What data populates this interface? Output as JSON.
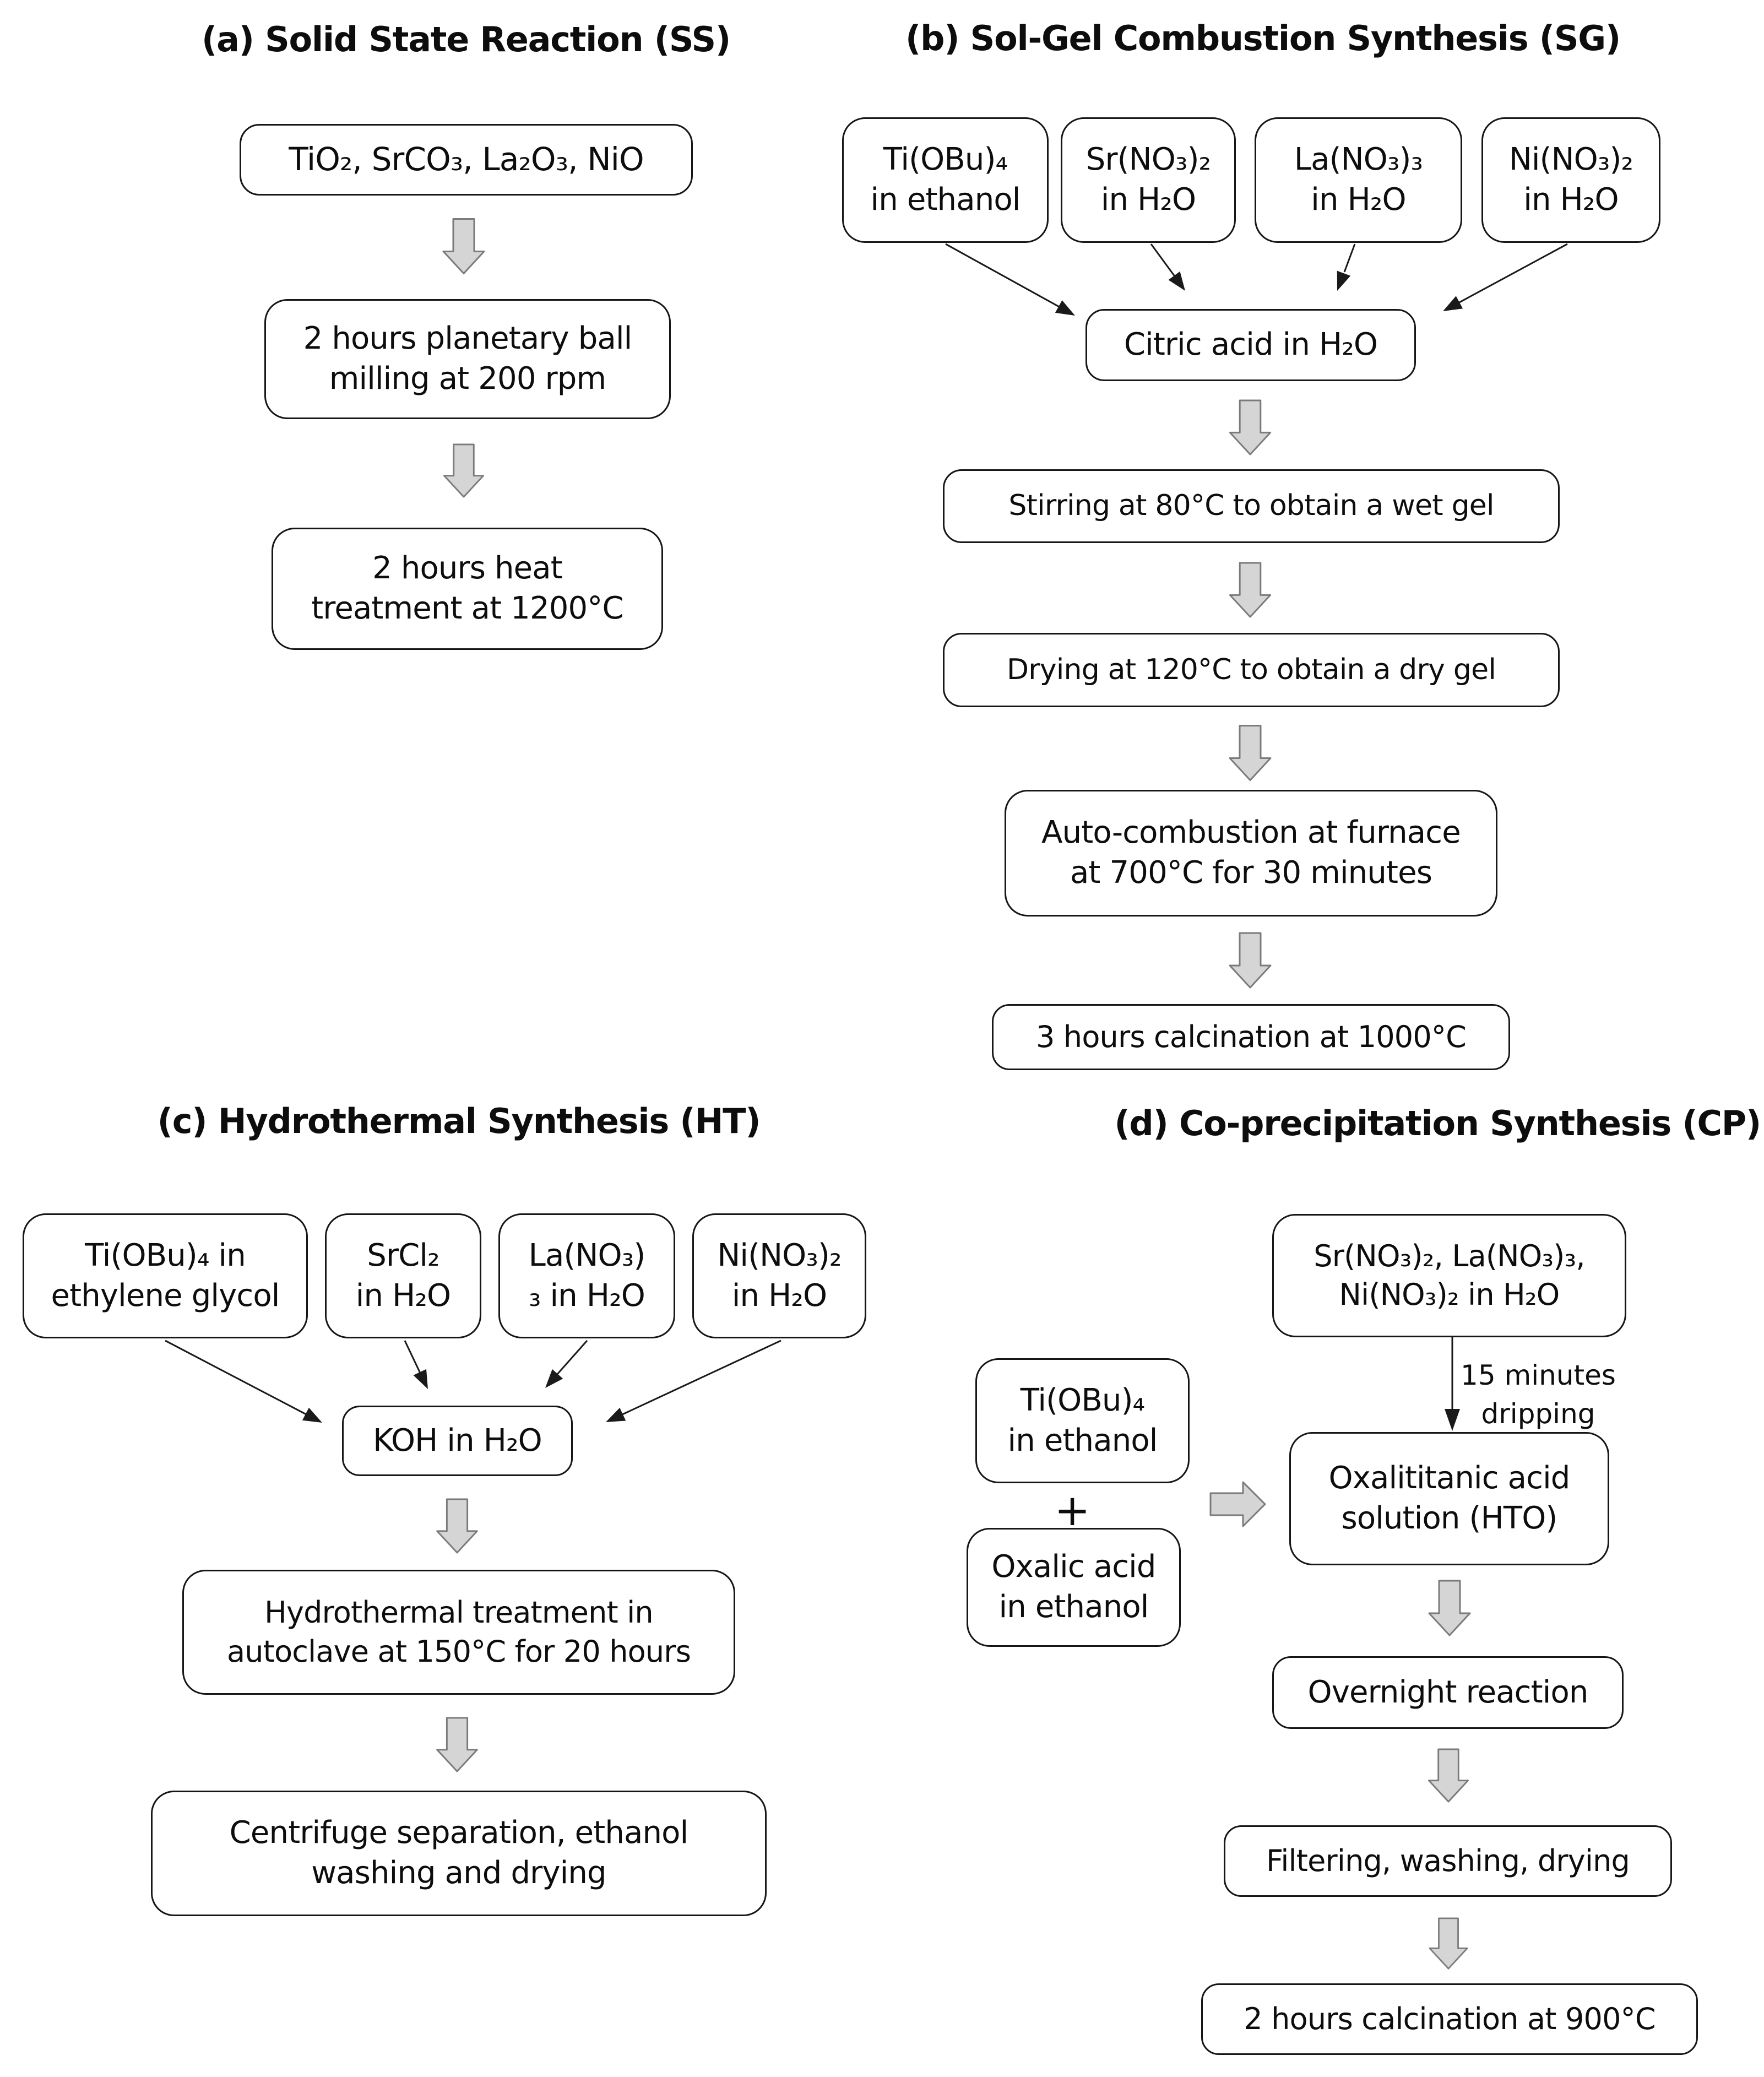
{
  "figure": {
    "description_colors": {
      "background": "#ffffff",
      "box_border": "#161616",
      "block_arrow_fill": "#d5d5d5",
      "block_arrow_stroke": "#7b7b7b",
      "connector_stroke": "#1a1a1a"
    }
  },
  "panels": {
    "a": {
      "title": "(a) Solid State Reaction (SS)",
      "boxes": {
        "reagents": "TiO₂, SrCO₃, La₂O₃, NiO",
        "milling": "2 hours planetary ball\nmilling at 200 rpm",
        "heat": "2 hours heat\ntreatment at 1200°C"
      }
    },
    "b": {
      "title": "(b) Sol-Gel Combustion Synthesis (SG)",
      "sources": [
        "Ti(OBu)₄\nin ethanol",
        "Sr(NO₃)₂\nin H₂O",
        "La(NO₃)₃\nin H₂O",
        "Ni(NO₃)₂\nin H₂O"
      ],
      "boxes": {
        "citric": "Citric acid in H₂O",
        "stirring": "Stirring at 80°C to obtain a wet gel",
        "drying": "Drying at 120°C to obtain a dry gel",
        "combustion": "Auto-combustion at furnace\nat 700°C for 30 minutes",
        "calcination": "3 hours calcination at 1000°C"
      }
    },
    "c": {
      "title": "(c) Hydrothermal Synthesis (HT)",
      "sources": [
        "Ti(OBu)₄ in\nethylene glycol",
        "SrCl₂\nin H₂O",
        "La(NO₃)\n₃ in H₂O",
        "Ni(NO₃)₂\nin H₂O"
      ],
      "boxes": {
        "koh": "KOH in H₂O",
        "hydrothermal": "Hydrothermal treatment in\nautoclave at 150°C for 20 hours",
        "centrifuge": "Centrifuge separation, ethanol\nwashing and drying"
      }
    },
    "d": {
      "title": "(d) Co-precipitation Synthesis (CP)",
      "boxes": {
        "nitrates": "Sr(NO₃)₂, La(NO₃)₃,\nNi(NO₃)₂ in H₂O",
        "tiobu": "Ti(OBu)₄\nin ethanol",
        "oxalic": "Oxalic acid\nin ethanol",
        "hto": "Oxalititanic acid\nsolution (HTO)",
        "overnight": "Overnight reaction",
        "filtering": "Filtering, washing, drying",
        "calcination": "2 hours calcination at 900°C"
      },
      "labels": {
        "plus": "+",
        "dripping": "15 minutes\ndripping"
      }
    }
  }
}
